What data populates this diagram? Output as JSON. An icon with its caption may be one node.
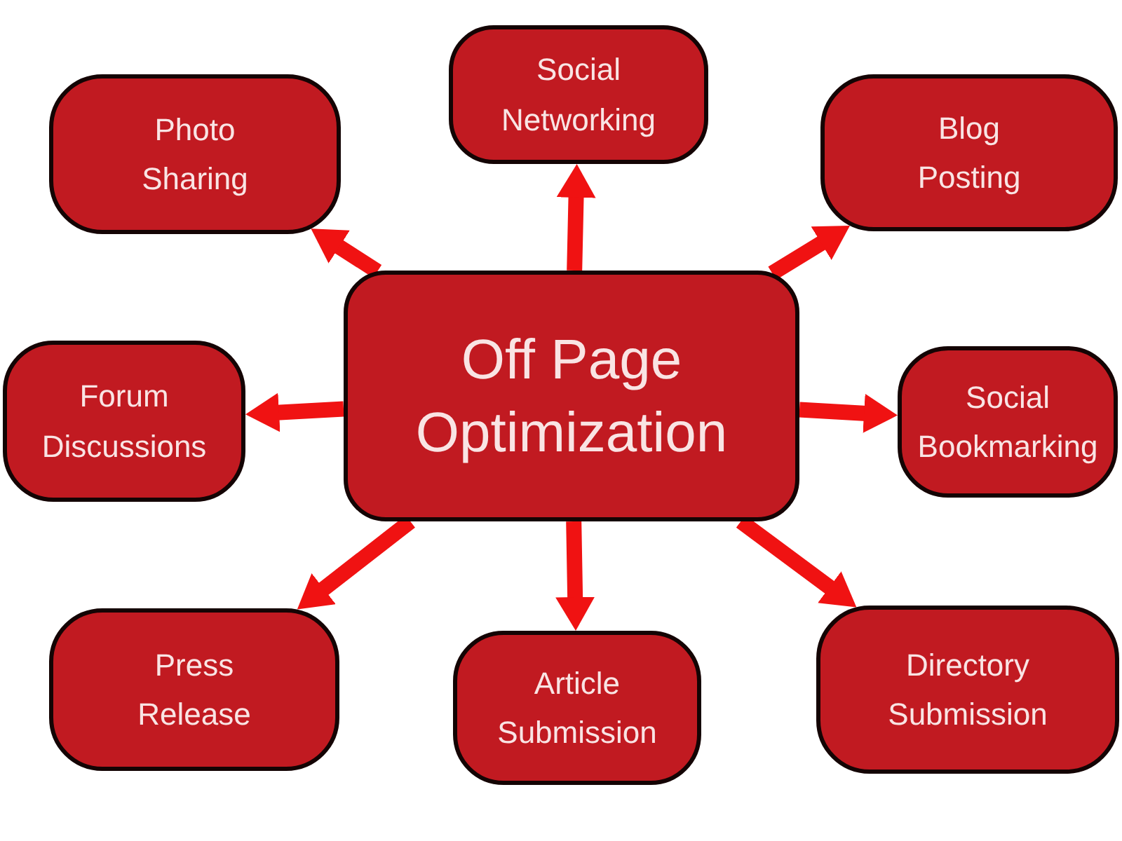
{
  "diagram": {
    "nodes": [
      {
        "text": [
          "Off Page Optimization"
        ]
      },
      {
        "text": [
          "Photo Sharing"
        ]
      },
      {
        "text": [
          "Social Networking"
        ]
      },
      {
        "text": [
          "Blog Posting"
        ]
      },
      {
        "text": [
          "Forum Discussions"
        ]
      },
      {
        "text": [
          "Social Bookmarking"
        ]
      },
      {
        "text": [
          "Press Release"
        ]
      },
      {
        "text": [
          "Article Submission"
        ]
      },
      {
        "text": [
          "Directory Submission"
        ]
      }
    ],
    "edges": [
      {
        "from": 0,
        "to": 1,
        "arrow": "to"
      },
      {
        "from": 0,
        "to": 2,
        "arrow": "to"
      },
      {
        "from": 0,
        "to": 3,
        "arrow": "to"
      },
      {
        "from": 0,
        "to": 4,
        "arrow": "to"
      },
      {
        "from": 0,
        "to": 5,
        "arrow": "to"
      },
      {
        "from": 0,
        "to": 6,
        "arrow": "to"
      },
      {
        "from": 0,
        "to": 7,
        "arrow": "to"
      },
      {
        "from": 0,
        "to": 8,
        "arrow": "to"
      }
    ]
  }
}
